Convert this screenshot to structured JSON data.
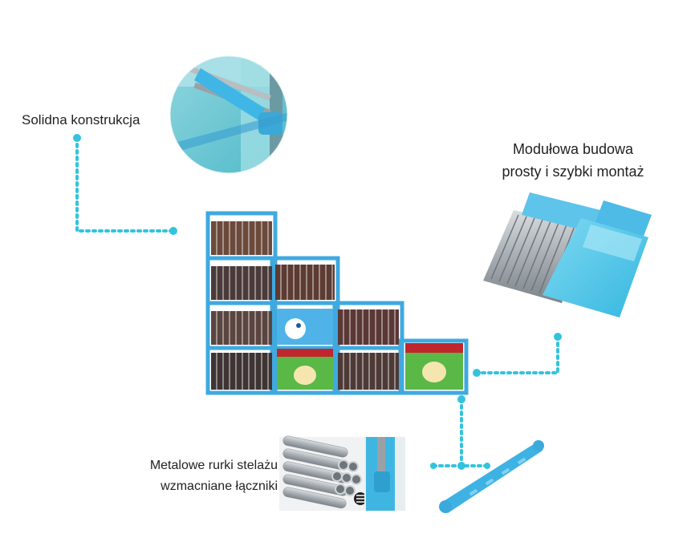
{
  "labels": {
    "construction": "Solidna konstrukcja",
    "modular_line1": "Modułowa budowa",
    "modular_line2": "prosty i szybki montaż",
    "pipes_line1": "Metalowe rurki stelażu",
    "pipes_line2": "wzmacniane łączniki"
  },
  "colors": {
    "accent": "#33c3dd",
    "frame_blue": "#3fa9e0",
    "text": "#222222"
  },
  "icons": [
    "connector-closeup-image",
    "bookshelf-image",
    "modular-parts-image",
    "metal-pipes-image",
    "connector-piece-image"
  ]
}
